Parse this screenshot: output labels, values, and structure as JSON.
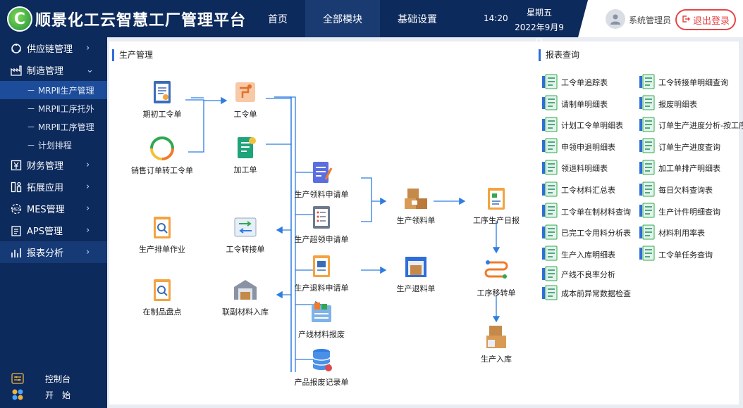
{
  "header": {
    "logo_letter": "C",
    "title": "顺景化工云智慧工厂管理平台",
    "nav": [
      {
        "label": "首页",
        "active": false
      },
      {
        "label": "全部模块",
        "active": true
      },
      {
        "label": "基础设置",
        "active": false
      }
    ],
    "time": "14:20",
    "weekday": "星期五",
    "date": "2022年9月9日",
    "user": "系统管理员",
    "logout": "退出登录"
  },
  "sidebar": {
    "items": [
      {
        "label": "供应链管理",
        "icon": "supply-chain-icon"
      },
      {
        "label": "制造管理",
        "icon": "factory-icon",
        "expanded": true
      },
      {
        "label": "财务管理",
        "icon": "finance-icon"
      },
      {
        "label": "拓展应用",
        "icon": "extension-icon"
      },
      {
        "label": "MES管理",
        "icon": "mes-icon"
      },
      {
        "label": "APS管理",
        "icon": "aps-icon"
      },
      {
        "label": "报表分析",
        "icon": "report-chart-icon"
      }
    ],
    "sub_items": [
      "－ MRPⅡ生产管理",
      "－ MRPⅡ工序托外",
      "－ MRPⅡ工序管理",
      "－ 计划排程"
    ],
    "bottom": [
      {
        "label": "控制台",
        "icon": "console-icon"
      },
      {
        "label": "开　始",
        "icon": "start-icon"
      }
    ]
  },
  "production": {
    "title": "生产管理",
    "nodes": [
      "期初工令单",
      "销售订单转工令单",
      "工令单",
      "加工单",
      "生产排单作业",
      "工令转接单",
      "在制品盘点",
      "联副材料入库",
      "生产领料申请单",
      "生产超领申请单",
      "生产退料申请单",
      "产线材料报废",
      "产品报废记录单",
      "生产领料单",
      "生产退料单",
      "工序生产日报",
      "工序移转单",
      "生产入库"
    ]
  },
  "reports": {
    "title": "报表查询",
    "left": [
      "工令单追踪表",
      "请制单明细表",
      "计划工令单明细表",
      "申领申退明细表",
      "领退料明细表",
      "工令材料汇总表",
      "工令单在制材料查询",
      "已完工令用料分析表",
      "生产入库明细表",
      "产线不良率分析",
      "成本前异常数据检查"
    ],
    "right": [
      "工令转接单明细查询",
      "报废明细表",
      "订单生产进度分析-按工序",
      "订单生产进度查询",
      "加工单排产明细表",
      "每日欠料查询表",
      "生产计件明细查询",
      "材料利用率表",
      "工令单任务查询"
    ]
  },
  "colors": {
    "header_bg": "#0d2a5c",
    "accent": "#2f6ed8",
    "logout": "#e64545",
    "flow_line": "#2f7de1"
  }
}
